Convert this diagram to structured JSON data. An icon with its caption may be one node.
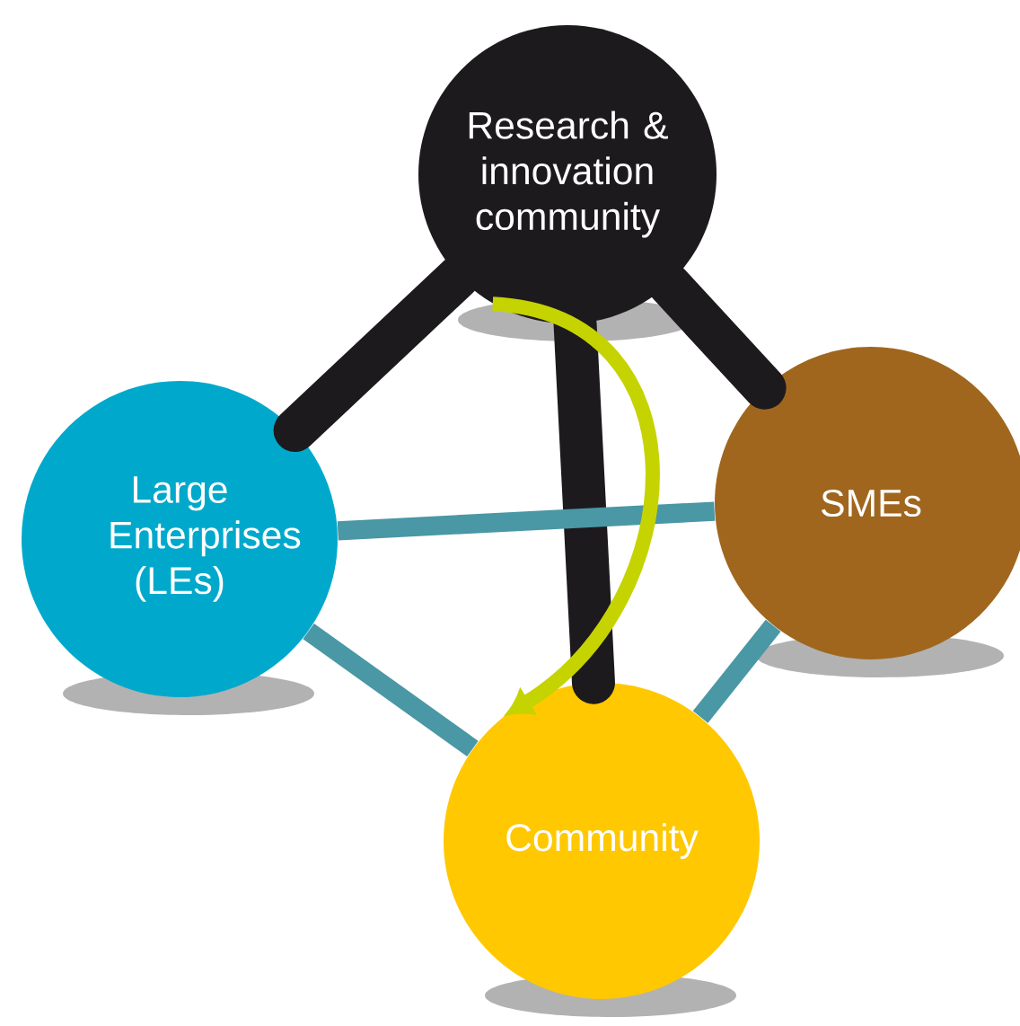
{
  "diagram": {
    "nodes": [
      {
        "text": [
          "Research & innovation community"
        ]
      },
      {
        "text": [
          "Large Enterprises (LEs)"
        ]
      },
      {
        "text": [
          "SMEs"
        ]
      },
      {
        "text": [
          "Community"
        ]
      }
    ],
    "edges": [
      {
        "from": 0,
        "to": 1,
        "arrow": "none",
        "style": "thick",
        "color": "#1d1a1e"
      },
      {
        "from": 0,
        "to": 2,
        "arrow": "none",
        "style": "thick",
        "color": "#1d1a1e"
      },
      {
        "from": 0,
        "to": 3,
        "arrow": "none",
        "style": "thick",
        "color": "#1d1a1e"
      },
      {
        "from": 1,
        "to": 2,
        "arrow": "none",
        "color": "#4a97a5"
      },
      {
        "from": 1,
        "to": 3,
        "arrow": "none",
        "color": "#4a97a5"
      },
      {
        "from": 2,
        "to": 3,
        "arrow": "none",
        "color": "#4a97a5"
      },
      {
        "from": 0,
        "to": 3,
        "arrow": "to",
        "color": "#c5d300"
      }
    ]
  }
}
